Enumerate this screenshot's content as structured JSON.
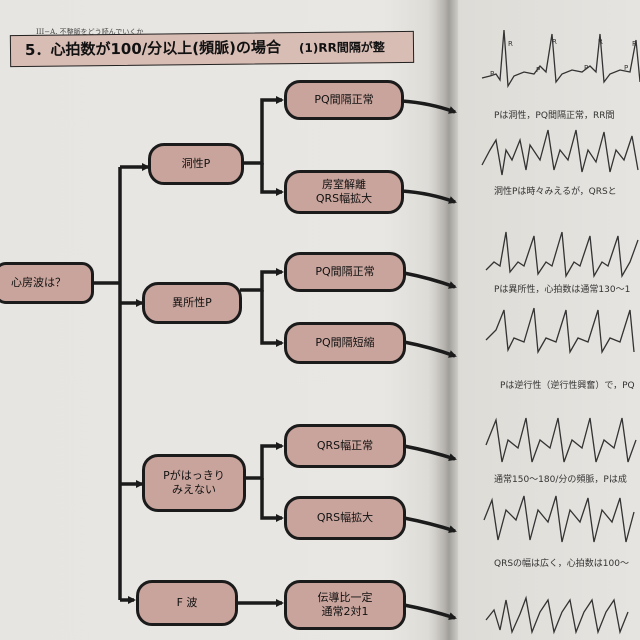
{
  "header": {
    "breadcrumb": "III−A. 不整脈をどう読んでいくか",
    "title": "5．心拍数が100/分以上(頻脈)の場合",
    "subtitle": "(1)RR間隔が整"
  },
  "nodes": {
    "root": "心房波は？",
    "sinus": "洞性P",
    "ectopic": "異所性P",
    "unclear": "Pがはっきり\nみえない",
    "fwave": "F 波",
    "sinus_pq_normal": "PQ間隔正常",
    "sinus_av_dissoc": "房室解離\nQRS幅拡大",
    "ectopic_pq_normal": "PQ間隔正常",
    "ectopic_pq_short": "PQ間隔短縮",
    "qrs_normal": "QRS幅正常",
    "qrs_wide": "QRS幅拡大",
    "conduction": "伝導比一定\n通常2対1"
  },
  "captions": [
    "Pは洞性，PQ間隔正常，RR間",
    "洞性Pは時々みえるが，QRSと",
    "Pは異所性，心拍数は通常130〜1",
    "Pは逆行性（逆行性興奮）で，PQ",
    "通常150〜180/分の頻脈，Pは成",
    "QRSの幅は広く，心拍数は100〜"
  ],
  "ecg_letters": [
    "R",
    "R",
    "R",
    "R",
    "P",
    "P",
    "P",
    "P"
  ]
}
